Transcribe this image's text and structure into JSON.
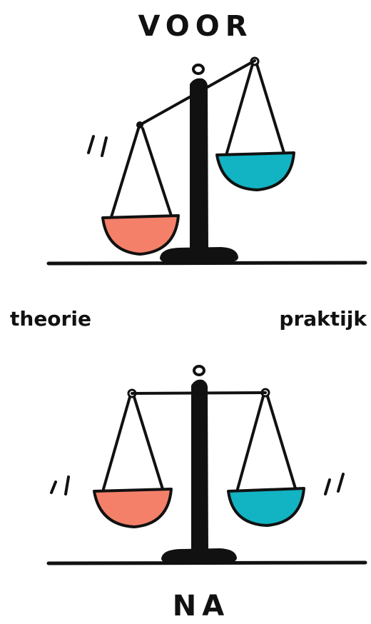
{
  "top_title": "VOOR",
  "bottom_title": "NA",
  "left_label": "theorie",
  "right_label": "praktijk",
  "colors": {
    "ink": "#111111",
    "left_pan": "#f4806a",
    "right_pan": "#12b3c2"
  }
}
